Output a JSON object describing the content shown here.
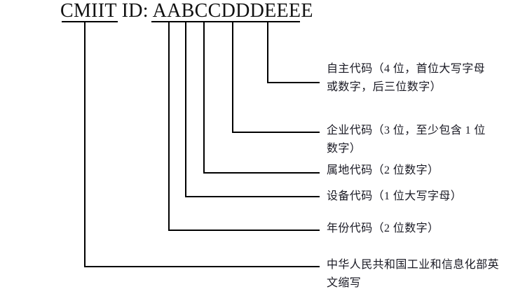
{
  "diagram": {
    "type": "callout-breakdown",
    "title": {
      "full_text": "CMIIT ID: AABCCDDDEEEE",
      "prefix": "CMIIT ID:",
      "code_pattern": "AABCCDDDEEEE"
    },
    "segments": [
      {
        "id": "cmiit",
        "letters": "CMIIT",
        "label": "中华人民共和国工业和信息化部英文缩写"
      },
      {
        "id": "year",
        "letters": "AA",
        "label": "年份代码（2 位数字）"
      },
      {
        "id": "device",
        "letters": "B",
        "label": "设备代码（1 位大写字母）"
      },
      {
        "id": "region",
        "letters": "CC",
        "label": "属地代码（2 位数字）"
      },
      {
        "id": "enterprise",
        "letters": "DDD",
        "label": "企业代码（3 位，至少包含 1 位数字）"
      },
      {
        "id": "autonomous",
        "letters": "EEEE",
        "label": "自主代码（4 位，首位大写字母或数字，后三位数字）"
      }
    ],
    "colors": {
      "background": "#ffffff",
      "line": "#000000",
      "title_text": "#111111",
      "label_text": "#1a1a24"
    }
  }
}
